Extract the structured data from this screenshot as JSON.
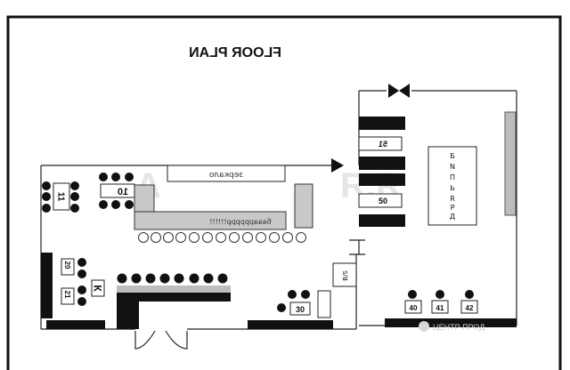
{
  "title": "FLOOR PLAN",
  "labels": {
    "mirror": "зеркало",
    "bar": "бaaaрррррр!!!!!!",
    "vertical": [
      "Б",
      "N",
      "П",
      "Ь",
      "R",
      "Р",
      "Д"
    ],
    "kitchen": "К",
    "service": "B/S",
    "watermark_left": "A",
    "watermark_right": "R.R",
    "corner_logo": "ЦЕНТР ПРОД"
  },
  "tables": {
    "t10": "10",
    "t11": "11",
    "t20": "20",
    "t21": "21",
    "t30": "30",
    "t40": "40",
    "t41": "41",
    "t42": "42",
    "t50": "50",
    "t51": "51"
  },
  "colors": {
    "line": "#111111",
    "bar_counter": "#c8c8c8",
    "watermark": "#e6e6e6"
  }
}
